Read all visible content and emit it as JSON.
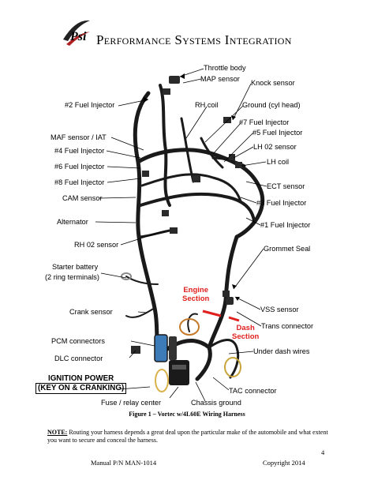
{
  "header": {
    "logo_text": "Psi",
    "company": "Performance Systems Integration"
  },
  "labels": {
    "throttle_body": "Throttle body",
    "map_sensor": "MAP sensor",
    "knock_sensor": "Knock sensor",
    "fuel_injector_2": "#2 Fuel Injector",
    "rh_coil": "RH coil",
    "ground_cyl_head": "Ground (cyl head)",
    "fuel_injector_7": "#7 Fuel Injector",
    "maf_iat": "MAF sensor / IAT",
    "fuel_injector_5": "#5 Fuel Injector",
    "fuel_injector_4": "#4 Fuel Injector",
    "lh_o2_sensor": "LH 02 sensor",
    "fuel_injector_6": "#6 Fuel Injector",
    "lh_coil": "LH coil",
    "fuel_injector_8": "#8 Fuel Injector",
    "ect_sensor": "ECT sensor",
    "cam_sensor": "CAM sensor",
    "fuel_injector_3": "#3 Fuel Injector",
    "alternator": "Alternator",
    "fuel_injector_1": "#1 Fuel Injector",
    "rh_o2_sensor": "RH 02 sensor",
    "grommet_seal": "Grommet Seal",
    "starter_battery": "Starter battery",
    "ring_terminals": "(2 ring terminals)",
    "crank_sensor": "Crank sensor",
    "vss_sensor": "VSS sensor",
    "trans_connector": "Trans connector",
    "pcm_connectors": "PCM connectors",
    "under_dash_wires": "Under dash wires",
    "dlc_connector": "DLC connector",
    "tac_connector": "TAC connector",
    "fuse_relay_center": "Fuse / relay center",
    "chassis_ground": "Chassis ground"
  },
  "sections": {
    "engine_line1": "Engine",
    "engine_line2": "Section",
    "dash_line1": "Dash",
    "dash_line2": "Section"
  },
  "ignition": {
    "line1": "IGNITION POWER",
    "line2": "(KEY ON & CRANKING)"
  },
  "caption": "Figure 1 – Vortec w/4L60E Wiring Harness",
  "note": {
    "prefix": "NOTE:",
    "text": " Routing your harness depends a great deal upon the particular make of the automobile and what extent you want to secure and conceal the harness."
  },
  "footer": {
    "page_number": "4",
    "manual": "Manual P/N MAN-1014",
    "copyright": "Copyright 2014"
  },
  "colors": {
    "accent_red": "#e0201e",
    "harness": "#1a1a1a"
  }
}
